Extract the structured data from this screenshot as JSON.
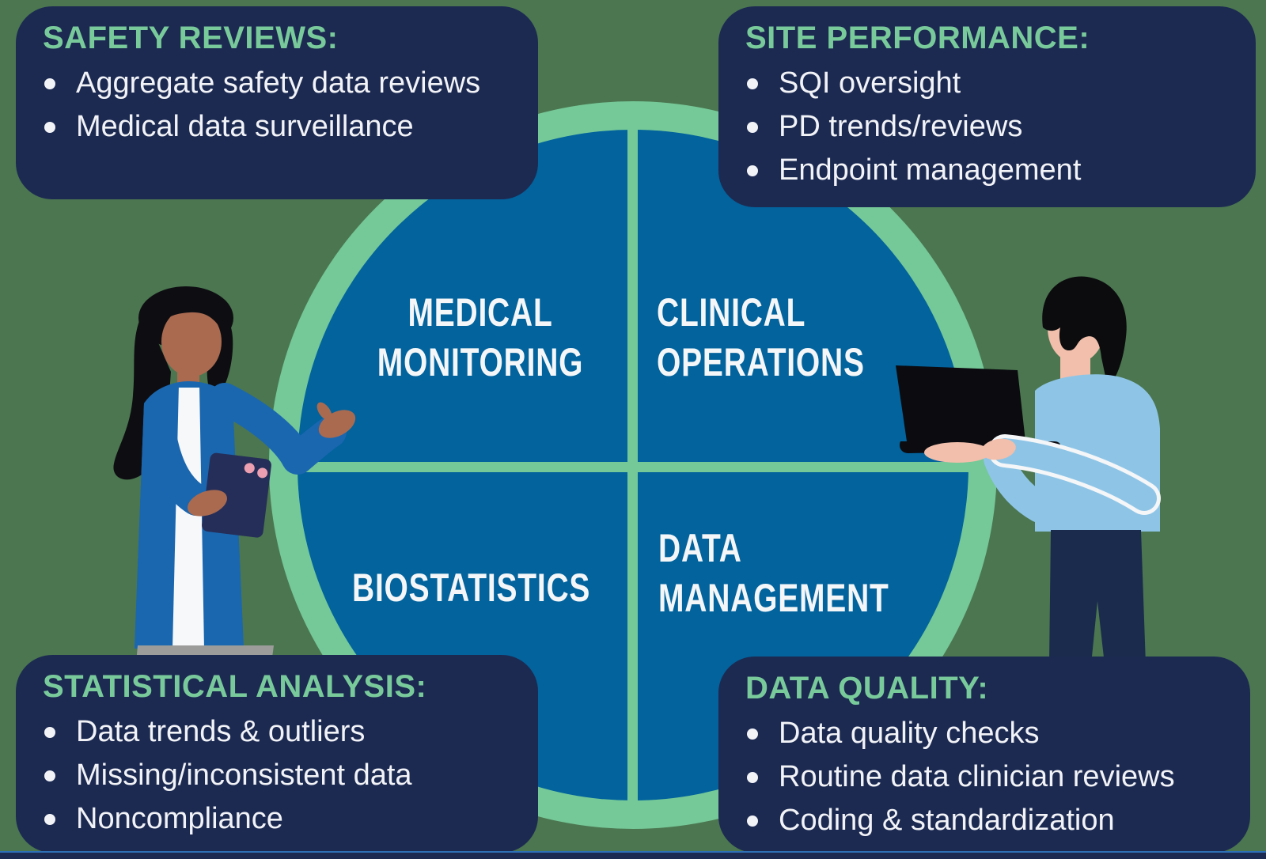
{
  "title": "Clinical data oversight quadrant diagram",
  "colors": {
    "background_green": "#4b7650",
    "box_navy": "#1c2a52",
    "circle_blue": "#02639d",
    "ring_green": "#75c897",
    "heading_green": "#79ca9b",
    "body_text": "#f2f3f7",
    "ground_line_blue": "#2e70b5"
  },
  "quadrants": {
    "medical_monitoring": {
      "lines": [
        "MEDICAL",
        "MONITORING"
      ]
    },
    "clinical_operations": {
      "lines": [
        "CLINICAL",
        "OPERATIONS"
      ]
    },
    "biostatistics": {
      "lines": [
        "BIOSTATISTICS"
      ]
    },
    "data_management": {
      "lines": [
        "DATA",
        "MANAGEMENT"
      ]
    }
  },
  "callouts": {
    "safety_reviews": {
      "title": "SAFETY REVIEWS:",
      "items": [
        "Aggregate safety data reviews",
        "Medical data surveillance"
      ]
    },
    "site_performance": {
      "title": "SITE PERFORMANCE:",
      "items": [
        "SQI oversight",
        "PD trends/reviews",
        "Endpoint management"
      ]
    },
    "statistical_analysis": {
      "title": "STATISTICAL ANALYSIS:",
      "items": [
        "Data trends & outliers",
        "Missing/inconsistent data",
        "Noncompliance"
      ]
    },
    "data_quality": {
      "title": "DATA QUALITY:",
      "items": [
        "Data quality checks",
        "Routine data clinician reviews",
        "Coding & standardization"
      ]
    }
  },
  "illustrations": {
    "left_person": "woman-with-clipboard",
    "right_person": "man-with-laptop"
  }
}
